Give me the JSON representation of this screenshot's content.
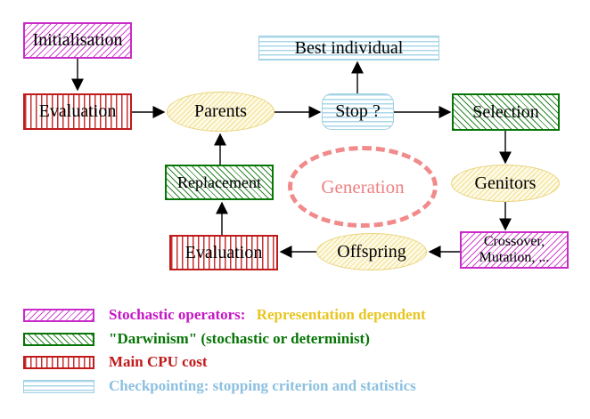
{
  "nodes": {
    "initialisation": "Initialisation",
    "evaluation_top": "Evaluation",
    "parents": "Parents",
    "best_individual": "Best individual",
    "stop": "Stop ?",
    "selection": "Selection",
    "replacement": "Replacement",
    "generation": "Generation",
    "genitors": "Genitors",
    "evaluation_bottom": "Evaluation",
    "offspring": "Offspring",
    "crossover": {
      "line1": "Crossover,",
      "line2": "Mutation, ..."
    }
  },
  "legend": {
    "stochastic": "Stochastic operators:",
    "representation": "Representation dependent",
    "darwinism": "\"Darwinism\" (stochastic or determinist)",
    "cpu": "Main CPU cost",
    "checkpointing": "Checkpointing: stopping criterion and statistics"
  },
  "colors": {
    "magenta": "#c92bc9",
    "green": "#067506",
    "red": "#c01a1a",
    "cyan": "#9fd0e2",
    "gold": "#e8c520",
    "salmon": "#f18a8a",
    "text": "#000000",
    "background": "#ffffff"
  }
}
